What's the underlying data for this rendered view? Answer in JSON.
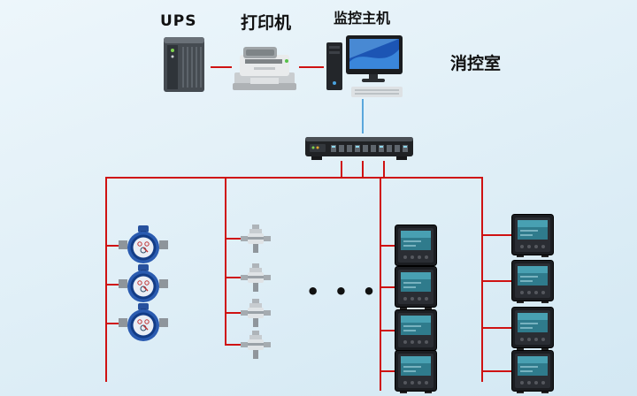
{
  "labels": {
    "ups": "UPS",
    "printer": "打印机",
    "monitor_host": "监控主机",
    "control_room": "消控室",
    "ellipsis": "• • •"
  },
  "colors": {
    "line_red": "#cf1212",
    "line_blue": "#5aa7dc",
    "background_top": "#edf6fb",
    "background_bottom": "#d3e8f3"
  },
  "icons": {
    "ups": "ups-tower-icon",
    "printer": "printer-icon",
    "monitor_host": "desktop-computer-icon",
    "collector": "rack-switch-icon",
    "water_meter": "water-meter-icon",
    "sensor": "valve-sensor-icon",
    "power_meter": "power-meter-icon"
  },
  "counts": {
    "water_meters": 3,
    "sensors": 4,
    "power_meters_left_column": 4,
    "power_meters_right_column": 4
  }
}
